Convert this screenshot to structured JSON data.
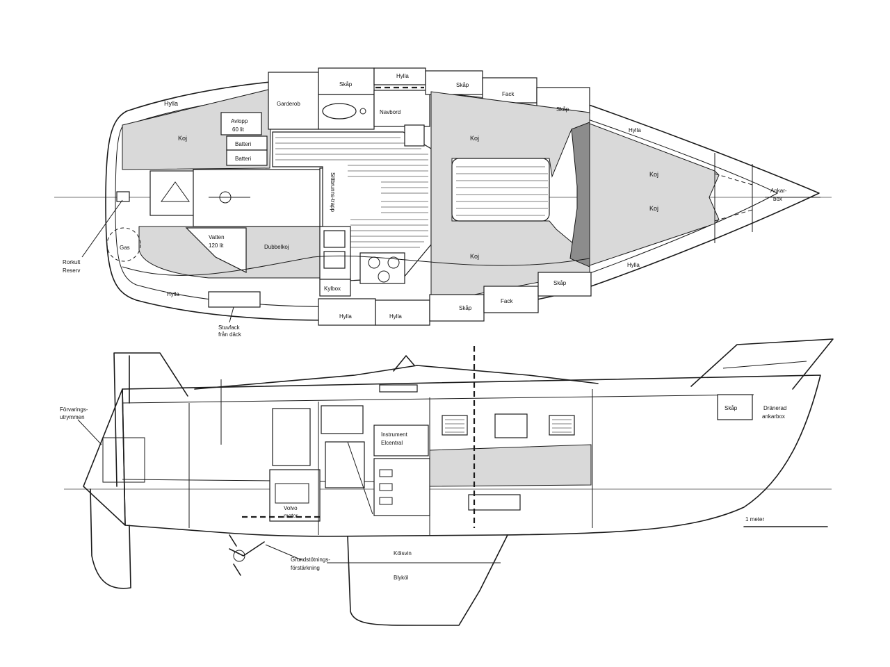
{
  "plan": {
    "labels": {
      "hylla_port_aft": "Hylla",
      "koj_aft": "Koj",
      "avlopp_1": "Avlopp",
      "avlopp_2": "60 lit",
      "batteri_1": "Batteri",
      "batteri_2": "Batteri",
      "garderob": "Garderob",
      "skap_top": "Skåp",
      "hylla_top_mid": "Hylla",
      "navbord": "Navbord",
      "skap_top_fwd": "Skåp",
      "fack_top": "Fack",
      "skap_top_fwd2": "Skåp",
      "koj_salon_port": "Koj",
      "hylla_fwd_port": "Hylla",
      "koj_v_1": "Koj",
      "koj_v_2": "Koj",
      "ankarbox_1": "Ankar-",
      "ankarbox_2": "box",
      "sittbrunn": "Sittbrunns-trapp",
      "vatten_1": "Vatten",
      "vatten_2": "120 lit",
      "dubbelkoj": "Dubbelkoj",
      "gas": "Gas",
      "rorkult_1": "Rorkult",
      "rorkult_2": "Reserv",
      "kylbox": "Kylbox",
      "koj_salon_stbd": "Koj",
      "hylla_stbd_aft": "Hylla",
      "stuvfack_1": "Stuvfack",
      "stuvfack_2": "från däck",
      "hylla_bottom_1": "Hylla",
      "hylla_bottom_2": "Hylla",
      "skap_bottom": "Skåp",
      "fack_bottom": "Fack",
      "skap_bottom_fwd": "Skåp",
      "hylla_fwd_stbd": "Hylla"
    }
  },
  "profile": {
    "labels": {
      "forvaring_1": "Förvarings-",
      "forvaring_2": "utrymmen",
      "instrument_1": "Instrument",
      "instrument_2": "Elcentral",
      "skap": "Skåp",
      "dranerad_1": "Dränerad",
      "dranerad_2": "ankarbox",
      "volvo_1": "Volvo",
      "volvo_2": "motor",
      "kolsvin": "Kölsvin",
      "grund_1": "Grundstötnings-",
      "grund_2": "förstärkning",
      "blykol": "Blyköl",
      "scale": "1 meter"
    }
  }
}
